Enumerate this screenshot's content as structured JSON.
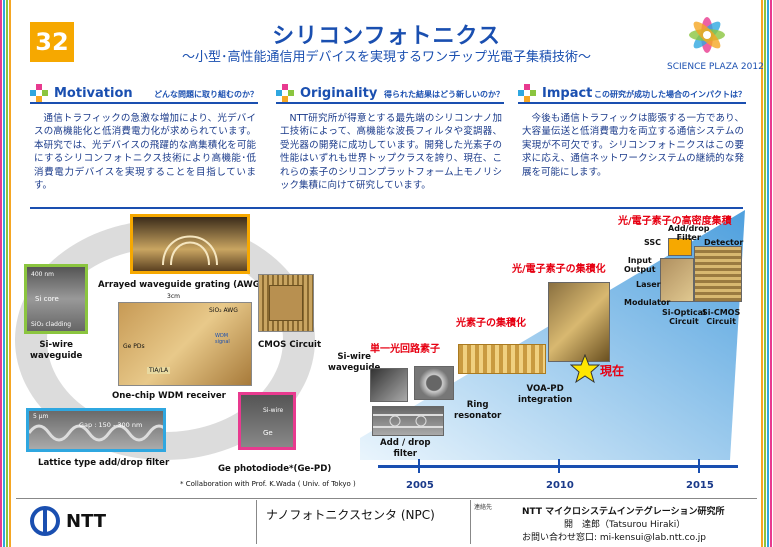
{
  "header": {
    "number": "32",
    "title": "シリコンフォトニクス",
    "subtitle": "～小型･高性能通信用デバイスを実現するワンチップ光電子集積技術～",
    "logo_text": "SCIENCE PLAZA 2012"
  },
  "sections": [
    {
      "heading": "Motivation",
      "question": "どんな問題に取り組むのか？",
      "body": "通信トラフィックの急激な増加により、光デバイスの高機能化と低消費電力化が求められています。本研究では、光デバイスの飛躍的な高集積化を可能にするシリコンフォトニクス技術により高機能･低消費電力デバイスを実現することを目指しています。"
    },
    {
      "heading": "Originality",
      "question": "得られた結果はどう新しいのか？",
      "body": "NTT研究所が得意とする最先端のシリコンナノ加工技術によって、高機能な波長フィルタや変調器、受光器の開発に成功しています。開発した光素子の性能はいずれも世界トップクラスを誇り、現在、これらの素子のシリコンプラットフォーム上モノリシック集積に向けて研究しています。"
    },
    {
      "heading": "Impact",
      "question": "この研究が成功した場合のインパクトは？",
      "body": "今後も通信トラフィックは膨張する一方であり、大容量伝送と低消費電力を両立する通信システムの実現が不可欠です。シリコンフォトニクスはこの要求に応え、通信ネットワークシステムの継続的な発展を可能にします。"
    }
  ],
  "devices": {
    "awg": "Arrayed waveguide grating (AWG)",
    "siwire": "Si-wire\nwaveguide",
    "si_core": "Si core",
    "sio2": "SiO₂ cladding",
    "scale400": "400 nm",
    "wdm": "One-chip WDM receiver",
    "scale3cm": "3cm",
    "sio2_awg": "SiO₂ AWG",
    "ge_pds": "Ge PDs",
    "tia_la": "TIA/LA",
    "wdm_signal": "WDM\nsignal",
    "cmos": "CMOS Circuit",
    "lattice": "Lattice type add/drop filter",
    "scale5": "5 μm",
    "gap": "Gap : 150 - 300 nm",
    "gepd": "Ge photodiode*(Ge-PD)",
    "si_wire_small": "Si-wire",
    "ge": "Ge",
    "collab": "* Collaboration with Prof. K.Wada ( Univ. of Tokyo )"
  },
  "roadmap": {
    "single": "単一光回路素子",
    "optical_int": "光素子の集積化",
    "oe_int": "光/電子素子の集積化",
    "oe_dense": "光/電子素子の高密度集積",
    "siwire_wg": "Si-wire\nwaveguide",
    "ring": "Ring\nresonator",
    "adddrop": "Add / drop\nfilter",
    "voapd": "VOA-PD\nintegration",
    "now": "現在",
    "ssc": "SSC",
    "adddrop_filter": "Add/drop\nFilter",
    "detector": "Detector",
    "input_output": "Input\nOutput",
    "laser": "Laser",
    "modulator": "Modulator",
    "si_optical": "Si-Optical\nCircuit",
    "si_cmos": "Si-CMOS\nCircuit",
    "years": [
      "2005",
      "2010",
      "2015"
    ]
  },
  "footer": {
    "ntt": "NTT",
    "center": "ナノフォトニクスセンタ (NPC)",
    "contact_label": "連絡先",
    "lab": "NTT マイクロシステムインテグレーション研究所",
    "person": "開　達郎（Tatsurou Hiraki）",
    "email": "お問い合わせ窓口: mi-kensui@lab.ntt.co.jp"
  },
  "colors": {
    "accent": "#1a4fb0",
    "orange": "#f6a800",
    "red": "#e60012"
  }
}
